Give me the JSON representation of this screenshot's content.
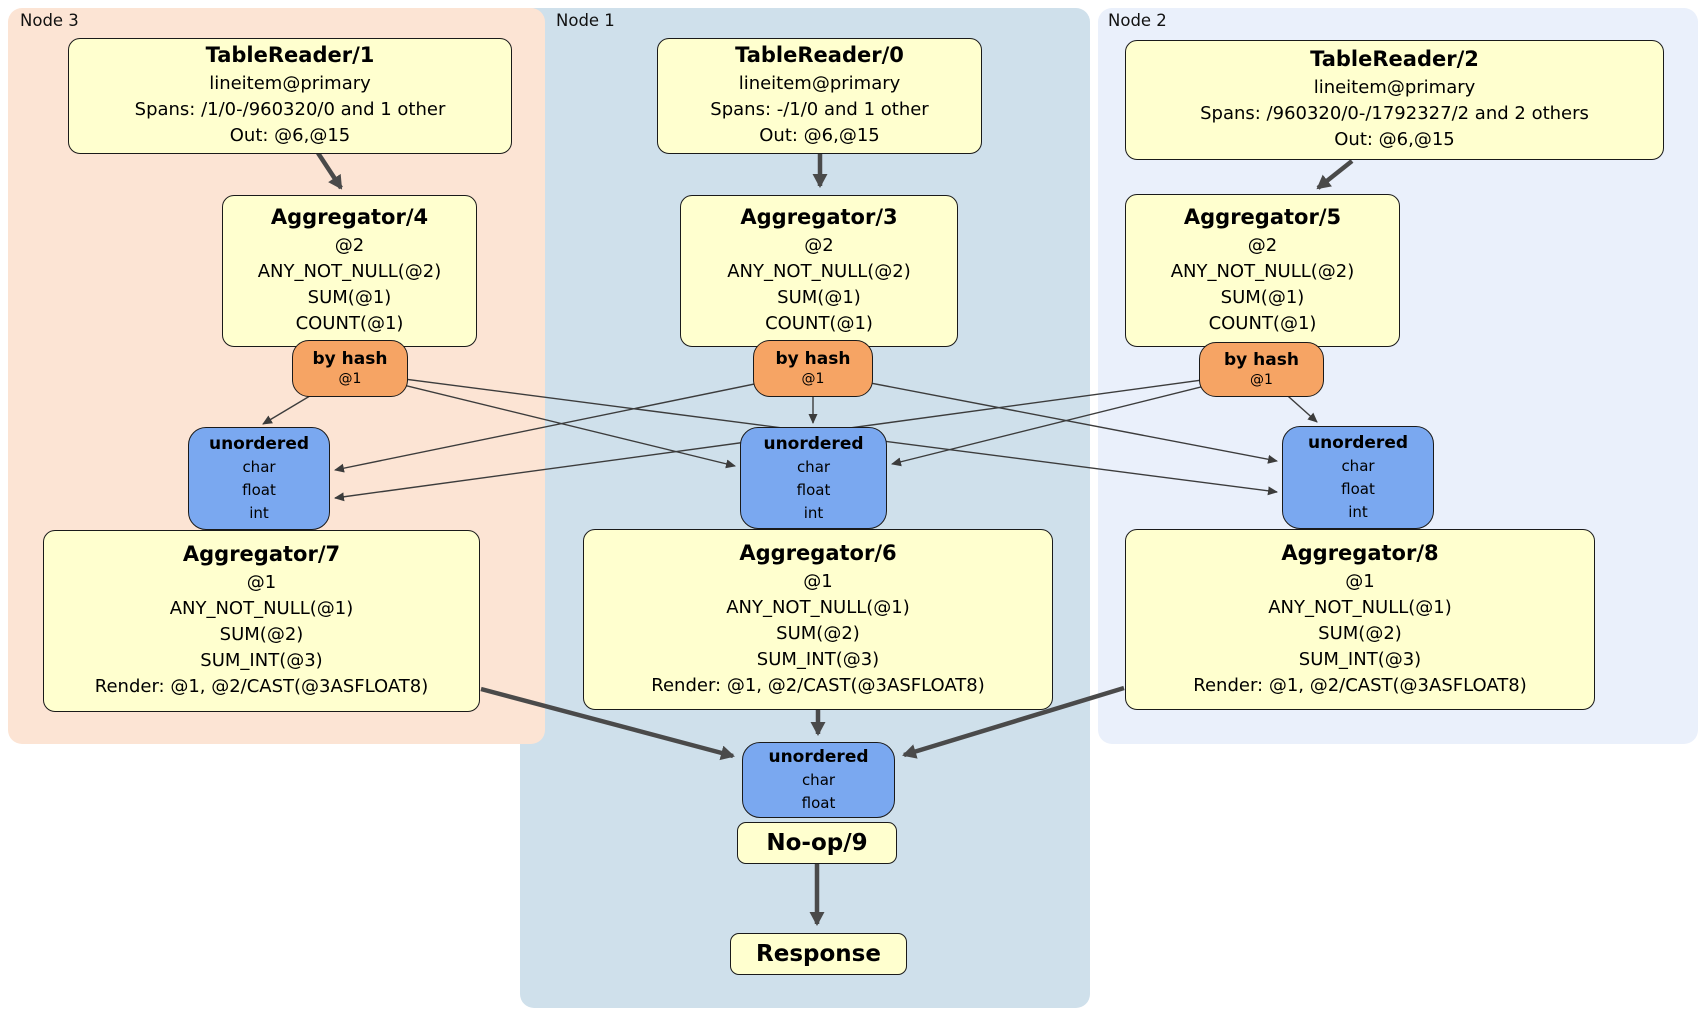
{
  "diagram_type": "distsql-plan",
  "colors": {
    "node1_bg": "#cfe0eb",
    "node2_bg": "#eaf0fb",
    "node3_bg": "#fce4d4",
    "processor_box": "#ffffcf",
    "router_badge": "#f6a464",
    "sync_badge": "#7aa8f0",
    "edge_thin": "#3c3c3c",
    "edge_thick": "#4a4a4a"
  },
  "regions": {
    "node3": {
      "label": "Node 3"
    },
    "node1": {
      "label": "Node 1"
    },
    "node2": {
      "label": "Node 2"
    }
  },
  "boxes": {
    "tr1": {
      "title": "TableReader/1",
      "lines": [
        "lineitem@primary",
        "Spans: /1/0-/960320/0 and 1 other",
        "Out: @6,@15"
      ]
    },
    "tr0": {
      "title": "TableReader/0",
      "lines": [
        "lineitem@primary",
        "Spans: -/1/0 and 1 other",
        "Out: @6,@15"
      ]
    },
    "tr2": {
      "title": "TableReader/2",
      "lines": [
        "lineitem@primary",
        "Spans: /960320/0-/1792327/2 and 2 others",
        "Out: @6,@15"
      ]
    },
    "agg4": {
      "title": "Aggregator/4",
      "lines": [
        "@2",
        "ANY_NOT_NULL(@2)",
        "SUM(@1)",
        "COUNT(@1)"
      ]
    },
    "agg3": {
      "title": "Aggregator/3",
      "lines": [
        "@2",
        "ANY_NOT_NULL(@2)",
        "SUM(@1)",
        "COUNT(@1)"
      ]
    },
    "agg5": {
      "title": "Aggregator/5",
      "lines": [
        "@2",
        "ANY_NOT_NULL(@2)",
        "SUM(@1)",
        "COUNT(@1)"
      ]
    },
    "routerL": {
      "title": "by hash",
      "lines": [
        "@1"
      ]
    },
    "routerM": {
      "title": "by hash",
      "lines": [
        "@1"
      ]
    },
    "routerR": {
      "title": "by hash",
      "lines": [
        "@1"
      ]
    },
    "syncL": {
      "title": "unordered",
      "lines": [
        "char",
        "float",
        "int"
      ]
    },
    "syncM": {
      "title": "unordered",
      "lines": [
        "char",
        "float",
        "int"
      ]
    },
    "syncR": {
      "title": "unordered",
      "lines": [
        "char",
        "float",
        "int"
      ]
    },
    "agg7": {
      "title": "Aggregator/7",
      "lines": [
        "@1",
        "ANY_NOT_NULL(@1)",
        "SUM(@2)",
        "SUM_INT(@3)",
        "Render: @1, @2/CAST(@3ASFLOAT8)"
      ]
    },
    "agg6": {
      "title": "Aggregator/6",
      "lines": [
        "@1",
        "ANY_NOT_NULL(@1)",
        "SUM(@2)",
        "SUM_INT(@3)",
        "Render: @1, @2/CAST(@3ASFLOAT8)"
      ]
    },
    "agg8": {
      "title": "Aggregator/8",
      "lines": [
        "@1",
        "ANY_NOT_NULL(@1)",
        "SUM(@2)",
        "SUM_INT(@3)",
        "Render: @1, @2/CAST(@3ASFLOAT8)"
      ]
    },
    "syncB": {
      "title": "unordered",
      "lines": [
        "char",
        "float"
      ]
    },
    "noop": {
      "title": "No-op/9"
    },
    "response": {
      "title": "Response"
    }
  },
  "edges": [
    "TableReader/1 -> Aggregator/4",
    "TableReader/0 -> Aggregator/3",
    "TableReader/2 -> Aggregator/5",
    "by hash (Node 3) -> unordered (Node 3, Node 1, Node 2)",
    "by hash (Node 1) -> unordered (Node 3, Node 1, Node 2)",
    "by hash (Node 2) -> unordered (Node 3, Node 1, Node 2)",
    "Aggregator/7 -> unordered (final)",
    "Aggregator/6 -> unordered (final)",
    "Aggregator/8 -> unordered (final)",
    "No-op/9 -> Response"
  ]
}
